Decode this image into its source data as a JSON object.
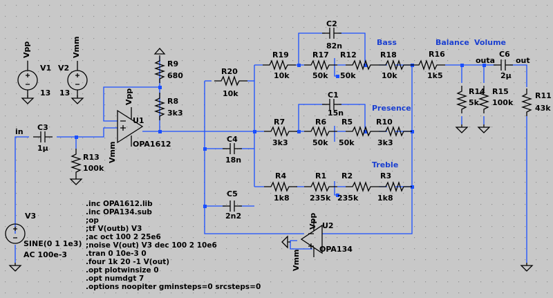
{
  "window": {
    "title": "LTspice schematic - tone stack"
  },
  "colors": {
    "background": "#c8c8c8",
    "wire": "#1a4fff",
    "netlabel": "#1a3fd0",
    "component": "#000000"
  },
  "sources": {
    "V1": {
      "name": "V1",
      "net": "Vpp",
      "value": "13"
    },
    "V2": {
      "name": "V2",
      "net": "Vmm",
      "value": "13"
    },
    "V3": {
      "name": "V3",
      "value1": "SINE(0 1 1e3)",
      "value2": "AC 100e-3"
    }
  },
  "opamps": {
    "U1": {
      "name": "U1",
      "part": "OPA1612",
      "vpp": "Vpp",
      "vmm": "Vmm"
    },
    "U2": {
      "name": "U2",
      "part": "OPA134",
      "vpp": "Vpp",
      "vmm": "Vmm"
    }
  },
  "resistors": {
    "R1": {
      "name": "R1",
      "value": "235k"
    },
    "R2": {
      "name": "R2",
      "value": "235k"
    },
    "R3": {
      "name": "R3",
      "value": "1k8"
    },
    "R4": {
      "name": "R4",
      "value": "1k8"
    },
    "R5": {
      "name": "R5",
      "value": "50k"
    },
    "R6": {
      "name": "R6",
      "value": "50k"
    },
    "R7": {
      "name": "R7",
      "value": "3k3"
    },
    "R8": {
      "name": "R8",
      "value": "3k3"
    },
    "R9": {
      "name": "R9",
      "value": "680"
    },
    "R10": {
      "name": "R10",
      "value": "3k3"
    },
    "R11": {
      "name": "R11",
      "value": "43k"
    },
    "R12": {
      "name": "R12",
      "value": "50k"
    },
    "R13": {
      "name": "R13",
      "value": "100k"
    },
    "R14": {
      "name": "R14",
      "value": "5k"
    },
    "R15": {
      "name": "R15",
      "value": "100k"
    },
    "R16": {
      "name": "R16",
      "value": "1k5"
    },
    "R17": {
      "name": "R17",
      "value": "50k"
    },
    "R18": {
      "name": "R18",
      "value": "10k"
    },
    "R19": {
      "name": "R19",
      "value": "10k"
    },
    "R20": {
      "name": "R20",
      "value": "10k"
    }
  },
  "capacitors": {
    "C1": {
      "name": "C1",
      "value": "15n"
    },
    "C2": {
      "name": "C2",
      "value": "82n"
    },
    "C3": {
      "name": "C3",
      "value": "1µ"
    },
    "C4": {
      "name": "C4",
      "value": "18n"
    },
    "C5": {
      "name": "C5",
      "value": "2n2"
    },
    "C6": {
      "name": "C6",
      "value": "2µ"
    }
  },
  "net_labels": {
    "in": "in",
    "outa": "outa",
    "out": "out"
  },
  "section_labels": {
    "bass": "Bass",
    "presence": "Presence",
    "treble": "Treble",
    "balance": "Balance",
    "volume": "Volume"
  },
  "directives": [
    ".inc OPA1612.lib",
    ".inc OPA134.sub",
    ";op",
    ";tf V(outb) V3",
    ";ac oct 100 2 25e6",
    ";noise V(out) V3 dec 100 2 10e6",
    ".tran 0 10e-3 0",
    ".four 1k 20 -1 V(out)",
    ".opt plotwinsize 0",
    ".opt numdgt 7",
    ".options noopiter gminsteps=0 srcsteps=0"
  ]
}
